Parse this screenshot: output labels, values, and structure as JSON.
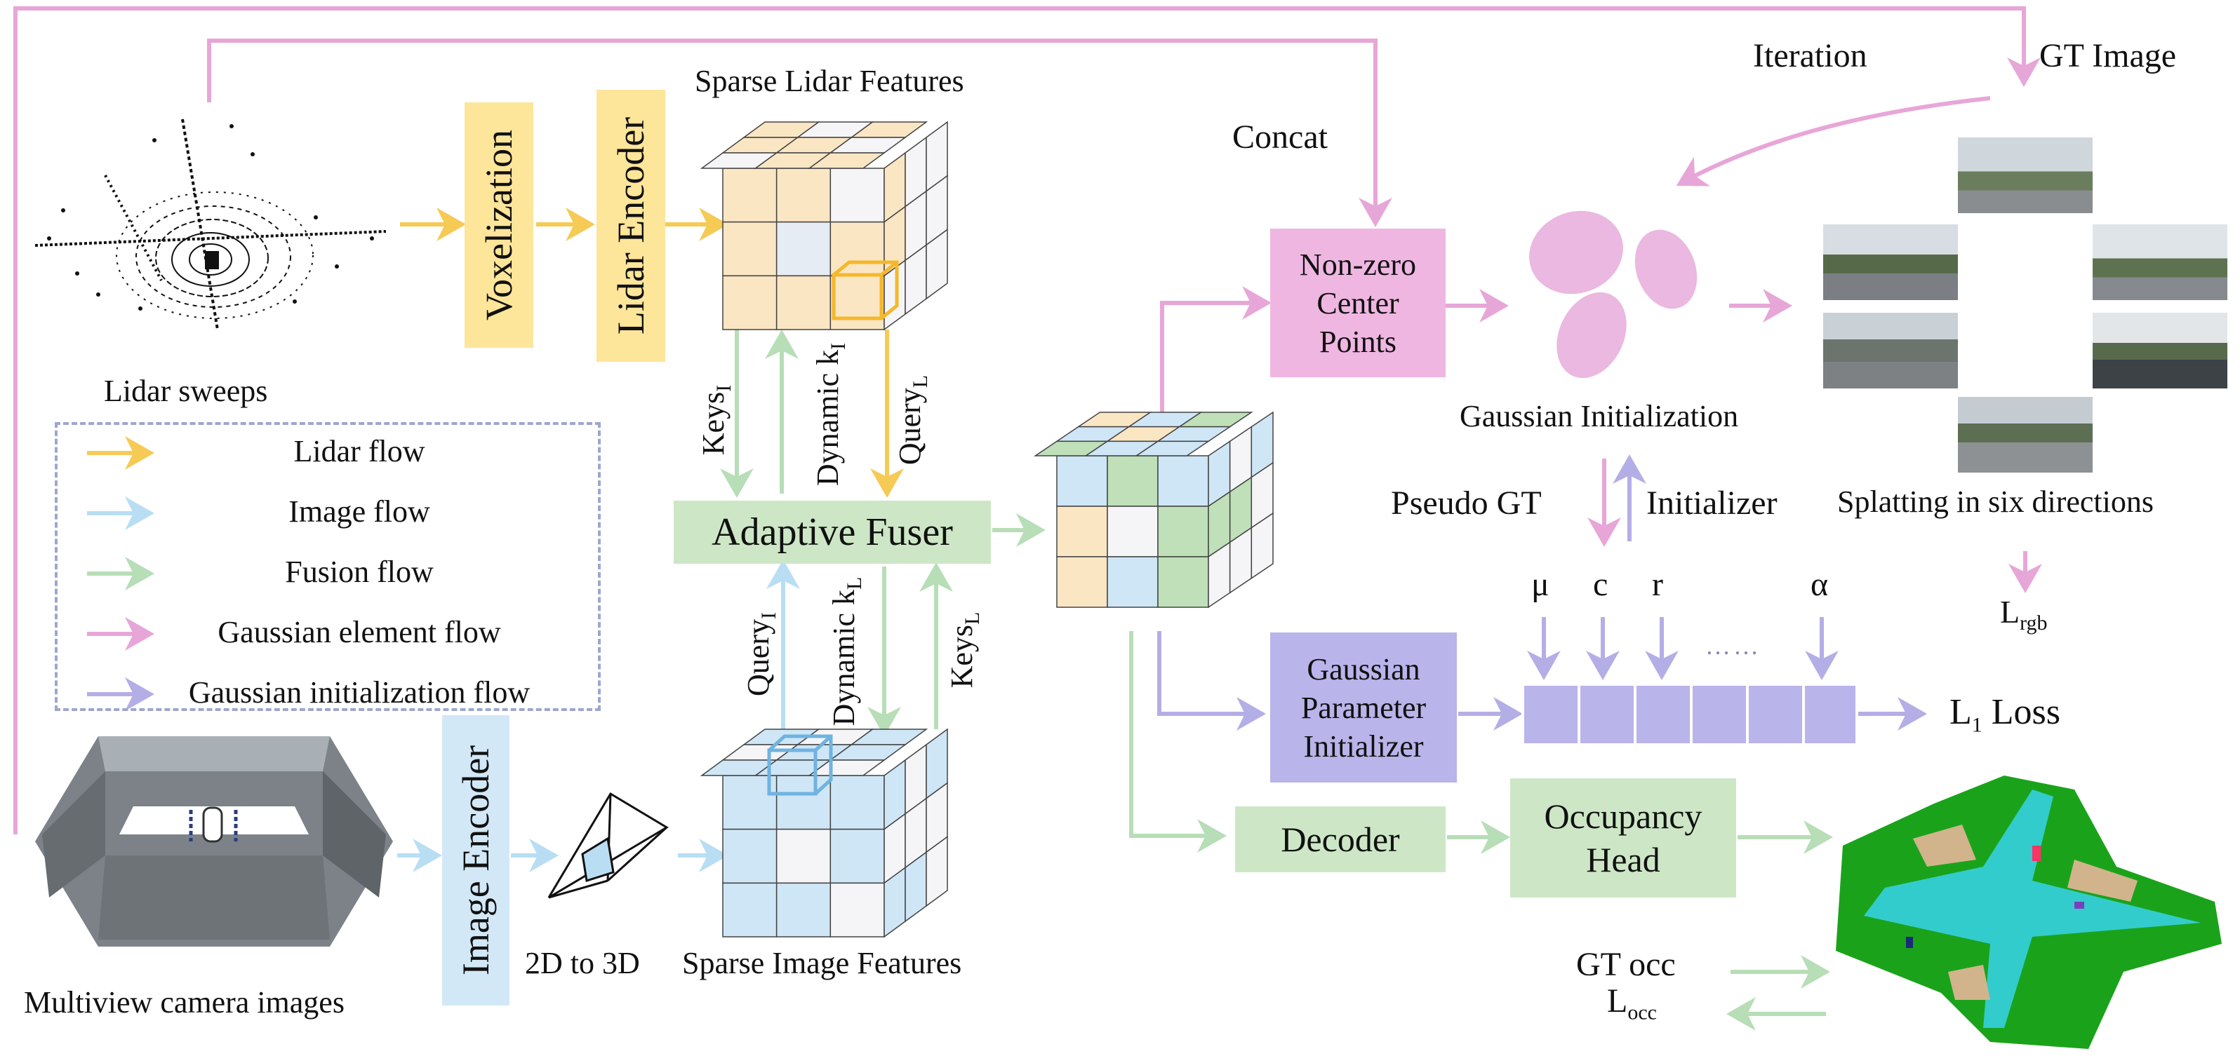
{
  "colors": {
    "lidar": "#f5ca55",
    "image": "#b9def3",
    "fusion": "#b7deb6",
    "gaussian": "#e7a6d8",
    "init": "#b4aee6",
    "voxel_box": "#fde59a",
    "fuser_box": "#cde7c6",
    "pink_box": "#efb6e2",
    "purple_box": "#b9b4ea",
    "image_enc_box": "#d2e8f7",
    "legend_border": "#9ea6cf"
  },
  "inputs": {
    "lidar_sweeps": "Lidar sweeps",
    "multiview_images": "Multiview camera images"
  },
  "blocks": {
    "voxelization": "Voxelization",
    "lidar_encoder": "Lidar Encoder",
    "image_encoder": "Image Encoder",
    "adaptive_fuser": "Adaptive Fuser",
    "non_zero_center": "Non-zero Center Points",
    "gaussian_param_init": "Gaussian Parameter Initializer",
    "decoder": "Decoder",
    "occupancy_head": "Occupancy Head"
  },
  "labels": {
    "sparse_lidar_features": "Sparse Lidar Features",
    "sparse_image_features": "Sparse Image Features",
    "two_d_to_three_d": "2D to 3D",
    "concat": "Concat",
    "iteration": "Iteration",
    "gt_image": "GT Image",
    "gaussian_initialization": "Gaussian Initialization",
    "splatting": "Splatting in six directions",
    "pseudo_gt": "Pseudo GT",
    "initializer": "Initializer",
    "l1_loss_base": "L",
    "l1_loss_sub": "1",
    "l1_loss_rest": " Loss",
    "lrgb_base": "L",
    "lrgb_sub": "rgb",
    "gt_occ": "GT occ",
    "locc_base": "L",
    "locc_sub": "occ",
    "params": [
      "μ",
      "c",
      "r",
      "……",
      "α"
    ]
  },
  "arrow_labels": {
    "keys_i_base": "Keys",
    "keys_i_sub": "I",
    "dynamic_ki_base": "Dynamic k",
    "dynamic_ki_sub": "I",
    "query_l_base": "Query",
    "query_l_sub": "L",
    "query_i_base": "Query",
    "query_i_sub": "I",
    "dynamic_kl_base": "Dynamic k",
    "dynamic_kl_sub": "L",
    "keys_l_base": "Keys",
    "keys_l_sub": "L"
  },
  "legend": [
    {
      "label": "Lidar  flow",
      "color_key": "lidar"
    },
    {
      "label": "Image  flow",
      "color_key": "image"
    },
    {
      "label": "Fusion  flow",
      "color_key": "fusion"
    },
    {
      "label": "Gaussian element flow",
      "color_key": "gaussian"
    },
    {
      "label": "Gaussian initialization flow",
      "color_key": "init"
    }
  ]
}
